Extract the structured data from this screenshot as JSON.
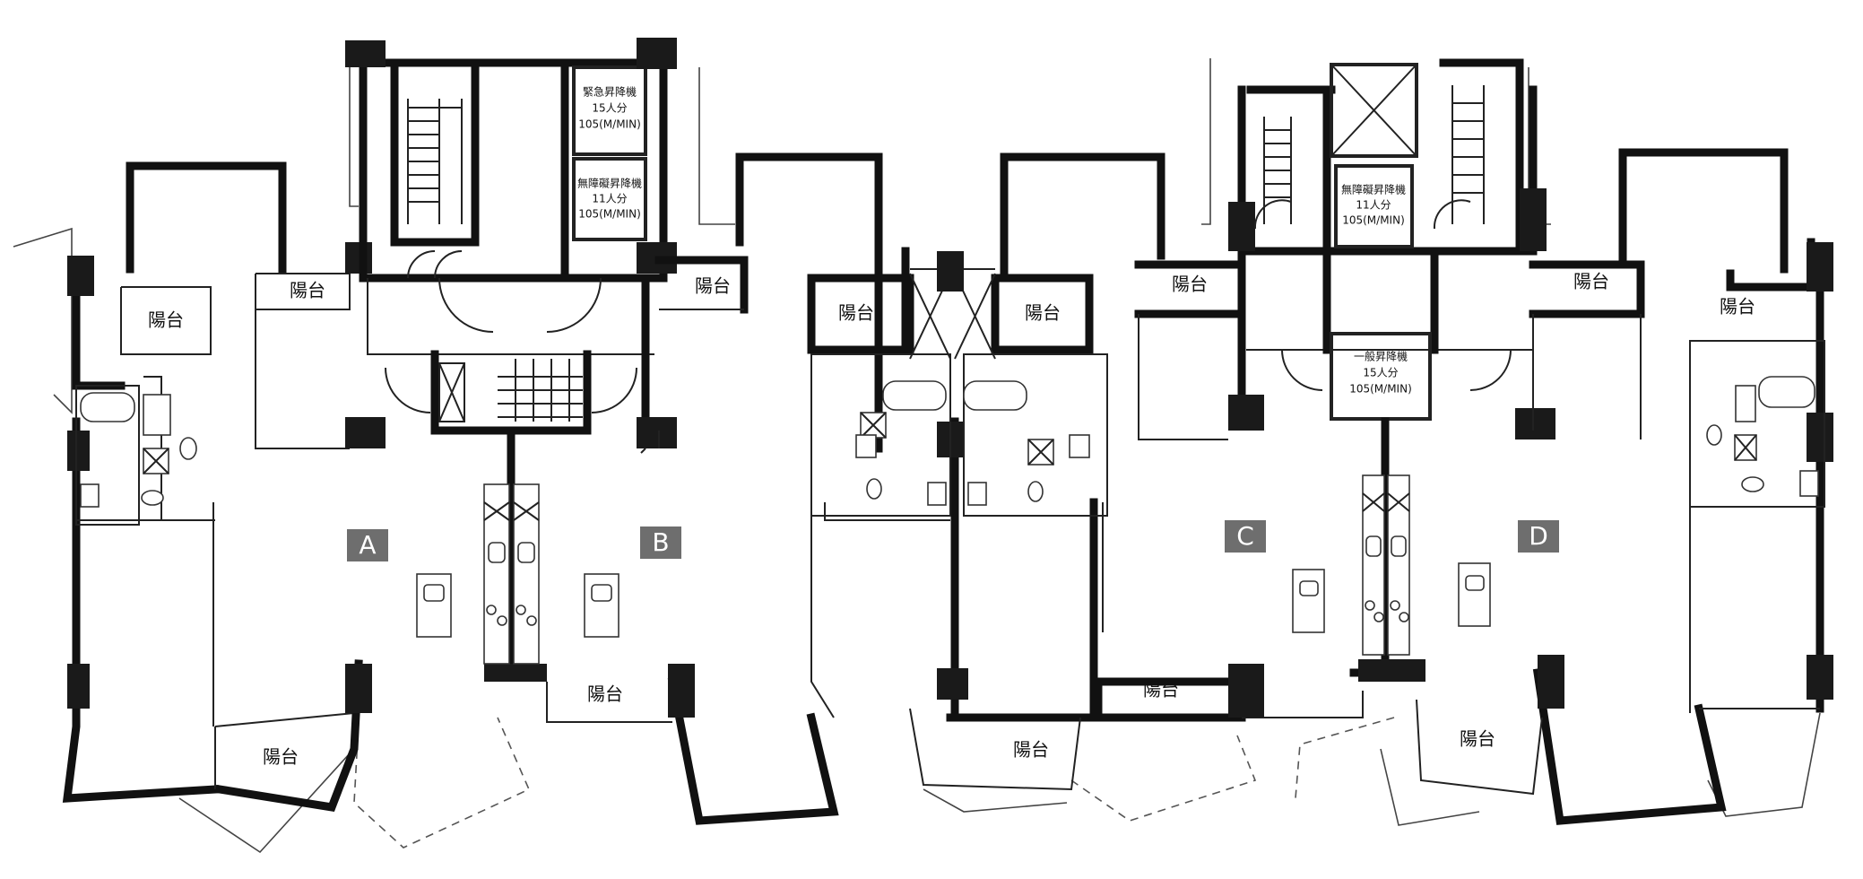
{
  "balcony_label": "陽台",
  "units": {
    "a": "A",
    "b": "B",
    "c": "C",
    "d": "D"
  },
  "elevators": {
    "emergency": {
      "line1": "緊急昇降機",
      "line2": "15人分",
      "line3": "105(M/MIN)"
    },
    "accessible_left": {
      "line1": "無障礙昇降機",
      "line2": "11人分",
      "line3": "105(M/MIN)"
    },
    "accessible_right": {
      "line1": "無障礙昇降機",
      "line2": "11人分",
      "line3": "105(M/MIN)"
    },
    "general": {
      "line1": "一般昇降機",
      "line2": "15人分",
      "line3": "105(M/MIN)"
    }
  },
  "colors": {
    "wall": "#1a1a1a",
    "unit_badge": "#6e6e6e",
    "background": "#ffffff"
  }
}
